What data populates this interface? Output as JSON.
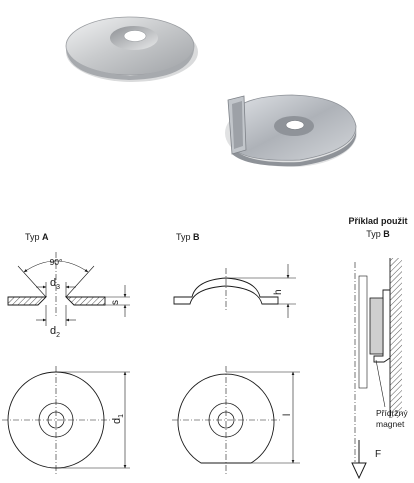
{
  "photos": {
    "washer_a": {
      "icon": "countersunk-washer-photo"
    },
    "washer_b": {
      "icon": "washer-with-tab-photo"
    }
  },
  "type_a": {
    "prefix": "Typ ",
    "letter": "A"
  },
  "type_b": {
    "prefix": "Typ ",
    "letter": "B"
  },
  "example": {
    "title": "Příklad použit",
    "prefix": "Typ ",
    "letter": "B"
  },
  "dims": {
    "angle": "90°",
    "d": "d",
    "sub3": "3",
    "sub2": "2",
    "sub1": "1",
    "s": "s",
    "h": "h",
    "l": "l"
  },
  "magnet_label": [
    "Přídržný",
    "magnet"
  ],
  "force_label": "F",
  "colors": {
    "line": "#1a1a1a",
    "hatch": "#7a7a7a",
    "magnet": "#cfcfcf",
    "metal": "#d8dadc"
  }
}
